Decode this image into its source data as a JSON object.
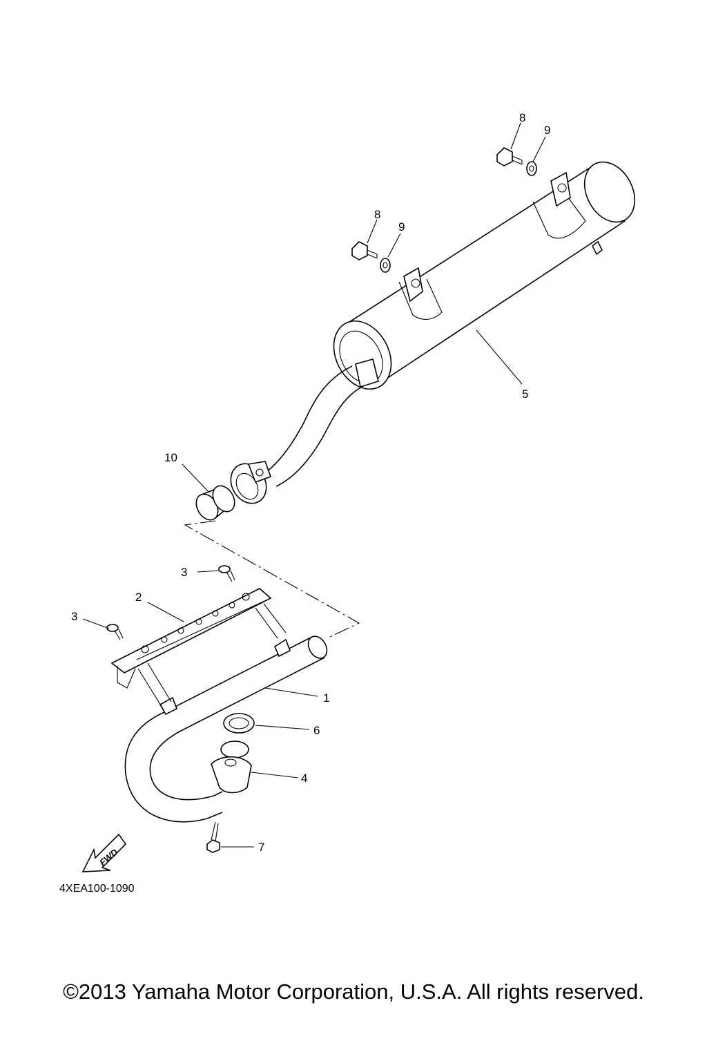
{
  "diagram": {
    "callouts": {
      "c1": "1",
      "c2": "2",
      "c3a": "3",
      "c3b": "3",
      "c4": "4",
      "c5": "5",
      "c6": "6",
      "c7": "7",
      "c8a": "8",
      "c8b": "8",
      "c9a": "9",
      "c9b": "9",
      "c10": "10"
    },
    "fwd_label": "FWD",
    "diagram_code": "4XEA100-1090"
  },
  "footer": {
    "copyright": "©2013 Yamaha Motor Corporation, U.S.A. All rights reserved."
  }
}
